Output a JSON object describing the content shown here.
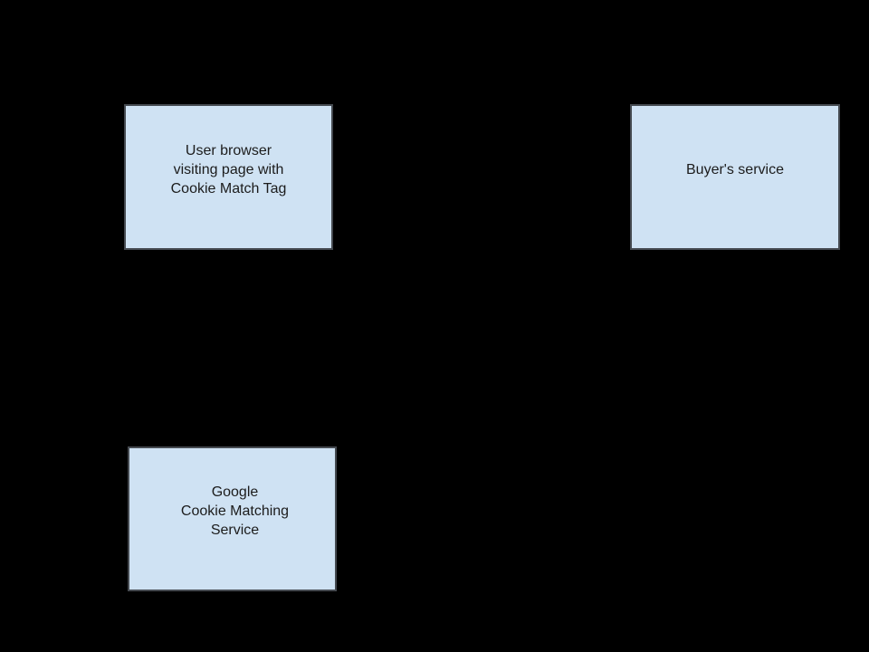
{
  "canvas": {
    "background_color": "#000000"
  },
  "diagram": {
    "type": "flow-diagram",
    "node_fill_color": "#cfe2f3",
    "node_border_color": "#454a50",
    "node_text_color": "#1c1c1c",
    "nodes": [
      {
        "id": "user-browser",
        "label": "User browser visiting page with Cookie Match Tag",
        "label_lines": [
          "User browser",
          "visiting page with",
          "Cookie Match Tag"
        ],
        "position": "top-left"
      },
      {
        "id": "buyers-service",
        "label": "Buyer's service",
        "label_lines": [
          "Buyer's service"
        ],
        "position": "top-right"
      },
      {
        "id": "google-cookie-matching-service",
        "label": "Google Cookie Matching Service",
        "label_lines": [
          "Google",
          "Cookie Matching",
          "Service"
        ],
        "position": "bottom-left"
      }
    ]
  }
}
